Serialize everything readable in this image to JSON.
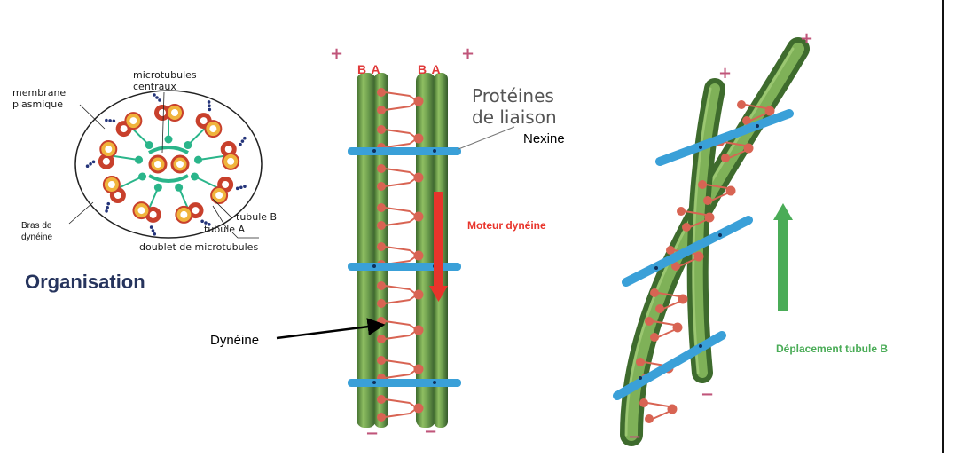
{
  "cross_section": {
    "label_membrane": "membrane\nplasmique",
    "label_central": "microtubules\ncentraux",
    "label_arms": "Bras de\ndynéine",
    "label_tubule_b": "tubule B",
    "label_tubule_a": "tubule A",
    "label_doublet": "doublet de microtubules",
    "title": "Organisation"
  },
  "straight_axoneme": {
    "doublet_labels": [
      "B A",
      "B A"
    ],
    "plus_sign": "+",
    "minus_sign": "−",
    "proteins_label": "Protéines\nde liaison",
    "nexine_label": "Nexine",
    "motor_label": "Moteur dynéine",
    "dynein_label": "Dynéine"
  },
  "bent_axoneme": {
    "plus_sign": "+",
    "minus_sign": "−",
    "movement_label": "Déplacement tubule B"
  },
  "colors": {
    "tube": "#6d9e4e",
    "tube_dark": "#3e6b2d",
    "link_blue": "#3aa0d8",
    "dynein": "#d86453",
    "arrow_red": "#e8342b",
    "arrow_green": "#4aac57",
    "sign_pink": "#c0557a",
    "ring_red": "#c8402c",
    "ring_yellow": "#f0b43c",
    "spoke_teal": "#2ab58a",
    "arm_blue": "#24347a"
  }
}
